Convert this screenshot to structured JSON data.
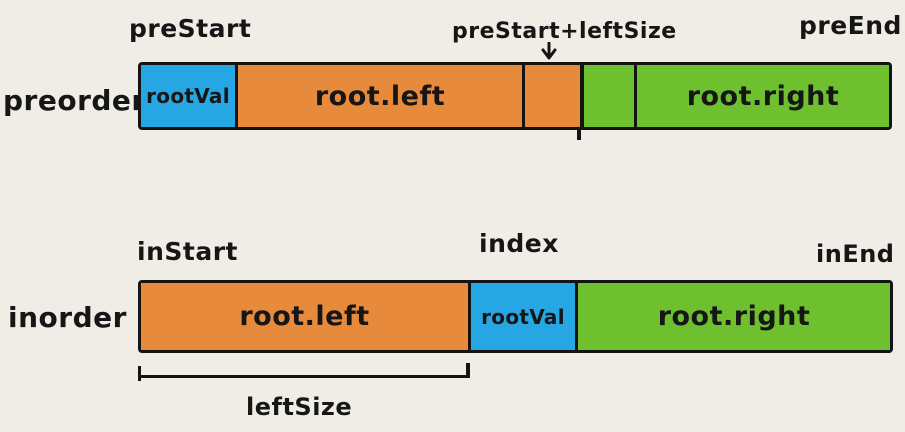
{
  "canvas": {
    "background": "#f0ede6"
  },
  "colors": {
    "root_val": "#26a7e3",
    "left_subtree": "#e88a3b",
    "right_subtree": "#6fc02e",
    "outline": "#141414"
  },
  "preorder": {
    "row_label": "preorder",
    "pointer_labels": {
      "start": "preStart",
      "mid": "preStart+leftSize",
      "end": "preEnd"
    },
    "segments": [
      {
        "label": "rootVal",
        "color_key": "root_val"
      },
      {
        "label": "root.left",
        "color_key": "left_subtree"
      },
      {
        "label": "",
        "color_key": "left_subtree"
      },
      {
        "label": "",
        "color_key": "right_subtree"
      },
      {
        "label": "root.right",
        "color_key": "right_subtree"
      }
    ]
  },
  "inorder": {
    "row_label": "inorder",
    "pointer_labels": {
      "start": "inStart",
      "mid": "index",
      "end": "inEnd"
    },
    "segments": [
      {
        "label": "root.left",
        "color_key": "left_subtree"
      },
      {
        "label": "rootVal",
        "color_key": "root_val"
      },
      {
        "label": "root.right",
        "color_key": "right_subtree"
      }
    ]
  },
  "measure": {
    "label": "leftSize"
  }
}
